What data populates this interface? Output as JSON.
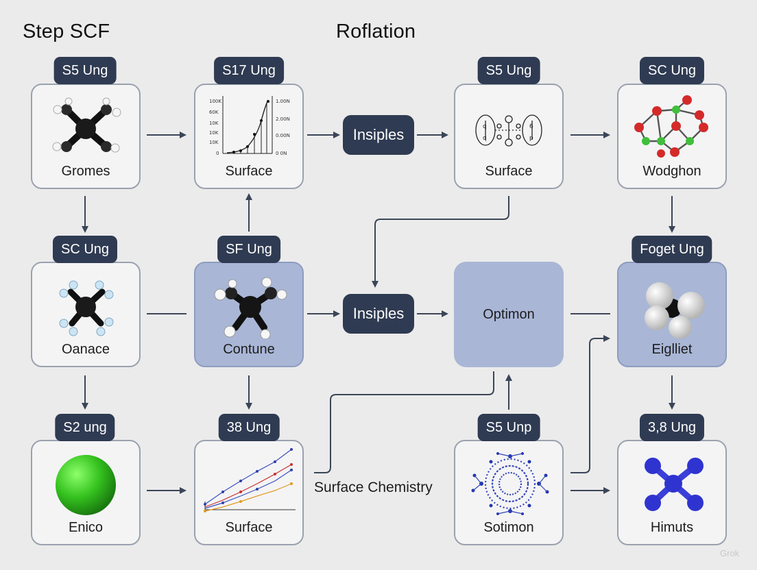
{
  "headers": {
    "left": "Step SCF",
    "center": "Roflation"
  },
  "nodes": {
    "r1c1": {
      "badge": "S5 Ung",
      "label": "Gromes"
    },
    "r1c2": {
      "badge": "S17 Ung",
      "label": "Surface"
    },
    "r1c3": {
      "badge": "S5 Ung",
      "label": "Surface"
    },
    "r1c4": {
      "badge": "SC Ung",
      "label": "Wodghon"
    },
    "r2c1": {
      "badge": "SC Ung",
      "label": "Oanace"
    },
    "r2c2": {
      "badge": "SF Ung",
      "label": "Contune"
    },
    "r2c4": {
      "badge": "Foget Ung",
      "label": "Eiglliet"
    },
    "r3c1": {
      "badge": "S2 ung",
      "label": "Enico"
    },
    "r3c2": {
      "badge": "38 Ung",
      "label": "Surface"
    },
    "r3c3": {
      "badge": "S5 Unp",
      "label": "Sotimon"
    },
    "r3c4": {
      "badge": "3,8 Ung",
      "label": "Himuts"
    }
  },
  "process_pills": {
    "top": "Insiples",
    "middle": "Insiples"
  },
  "optimon_label": "Optimon",
  "surface_chemistry_label": "Surface Chemistry",
  "mini_chart": {
    "left_ticks": [
      "100K",
      "60K",
      "10K",
      "10K",
      "10K",
      "0"
    ],
    "right_ticks": [
      "1.00N",
      "2.00N",
      "0.00N",
      "0 0N"
    ]
  },
  "watermark": "Grok",
  "colors": {
    "background": "#ebebeb",
    "badge": "#2f3b52",
    "highlight_box": "#a9b6d6",
    "connector": "#3b4558"
  },
  "icons": {
    "r1c1": "molecule-icon",
    "r1c2": "line-chart-icon",
    "r1c3": "orbital-diagram-icon",
    "r1c4": "crystal-lattice-icon",
    "r2c1": "molecule-icon",
    "r2c2": "molecule-icon",
    "r2c4": "molecule-icon",
    "r3c1": "sphere-icon",
    "r3c2": "line-chart-icon",
    "r3c3": "porous-framework-icon",
    "r3c4": "molecule-icon"
  }
}
